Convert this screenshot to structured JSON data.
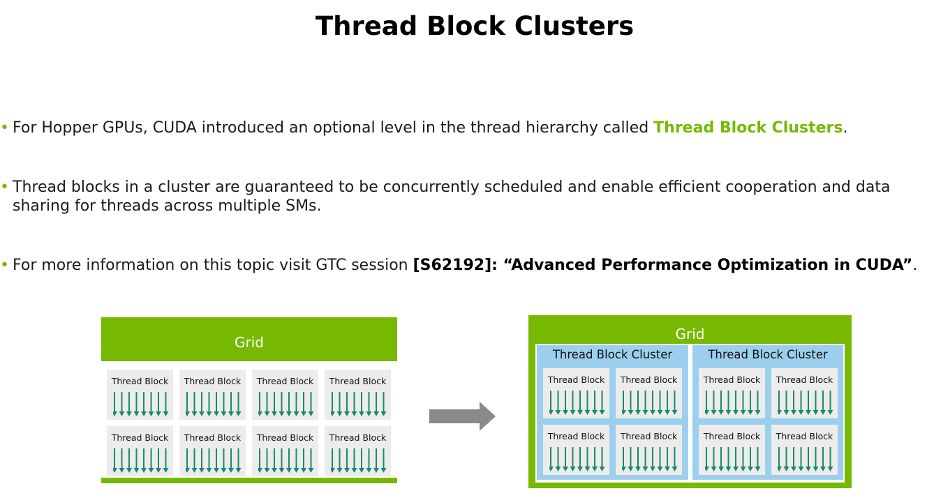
{
  "title": "Thread Block Clusters",
  "bullets": {
    "b1_prefix": "For Hopper GPUs, CUDA introduced an optional level in the thread hierarchy called ",
    "b1_highlight": "Thread Block Clusters",
    "b1_suffix": ".",
    "b2": "Thread blocks in a cluster are guaranteed to be concurrently scheduled and enable efficient cooperation and data sharing for threads across multiple SMs.",
    "b3_prefix": "For more information on this topic visit GTC session ",
    "b3_bold": "[S62192]: “Advanced Performance Optimization in CUDA”",
    "b3_suffix": ".",
    "marker": "•"
  },
  "left_diagram": {
    "grid_label": "Grid",
    "block_label": "Thread Block"
  },
  "right_diagram": {
    "grid_label": "Grid",
    "cluster_label": "Thread Block Cluster",
    "block_label": "Thread Block"
  },
  "colors": {
    "accent_green": "#76b900",
    "cluster_blue": "#9ccfee",
    "block_gray": "#ececec",
    "arrow_teal": "#1a8a6a",
    "transition_arrow": "#8a8a8a"
  },
  "icons": {
    "thread_arrows": "down-arrow-icon",
    "transition": "right-arrow-icon"
  }
}
